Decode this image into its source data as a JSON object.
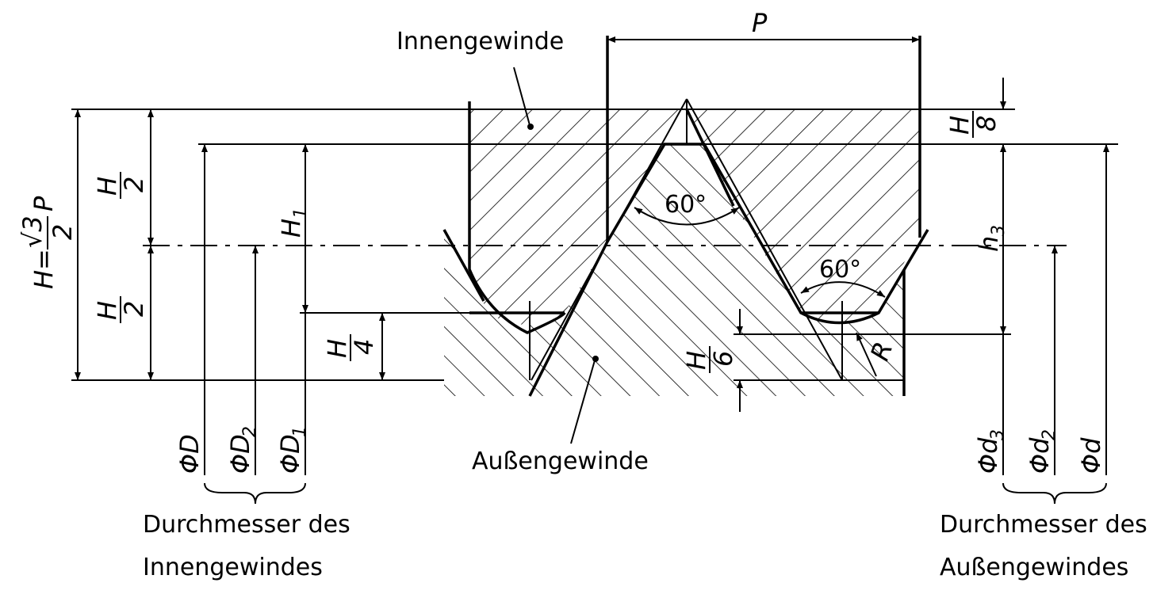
{
  "labels": {
    "internal_thread": "Innengewinde",
    "external_thread": "Außengewinde",
    "pitch": "P",
    "angle_top": "60°",
    "angle_right": "60°",
    "h_formula_lhs": "H=",
    "h_formula_sqrt": "√3",
    "h_formula_den": "2",
    "h_formula_p": "P",
    "h_half_top_num": "H",
    "h_half_top_den": "2",
    "h_half_bot_num": "H",
    "h_half_bot_den": "2",
    "h1": "H",
    "h1_sub": "1",
    "h_quarter_num": "H",
    "h_quarter_den": "4",
    "h_sixth_num": "H",
    "h_sixth_den": "6",
    "h_eighth_num": "H",
    "h_eighth_den": "8",
    "h3": "h",
    "h3_sub": "3",
    "radius": "R",
    "dia_D": "ΦD",
    "dia_D2": "ΦD",
    "dia_D2_sub": "2",
    "dia_D1": "ΦD",
    "dia_D1_sub": "1",
    "dia_d3": "Φd",
    "dia_d3_sub": "3",
    "dia_d2": "Φd",
    "dia_d2_sub": "2",
    "dia_d": "Φd",
    "caption_left_1": "Durchmesser des",
    "caption_left_2": "Innengewindes",
    "caption_right_1": "Durchmesser des",
    "caption_right_2": "Außengewindes"
  }
}
